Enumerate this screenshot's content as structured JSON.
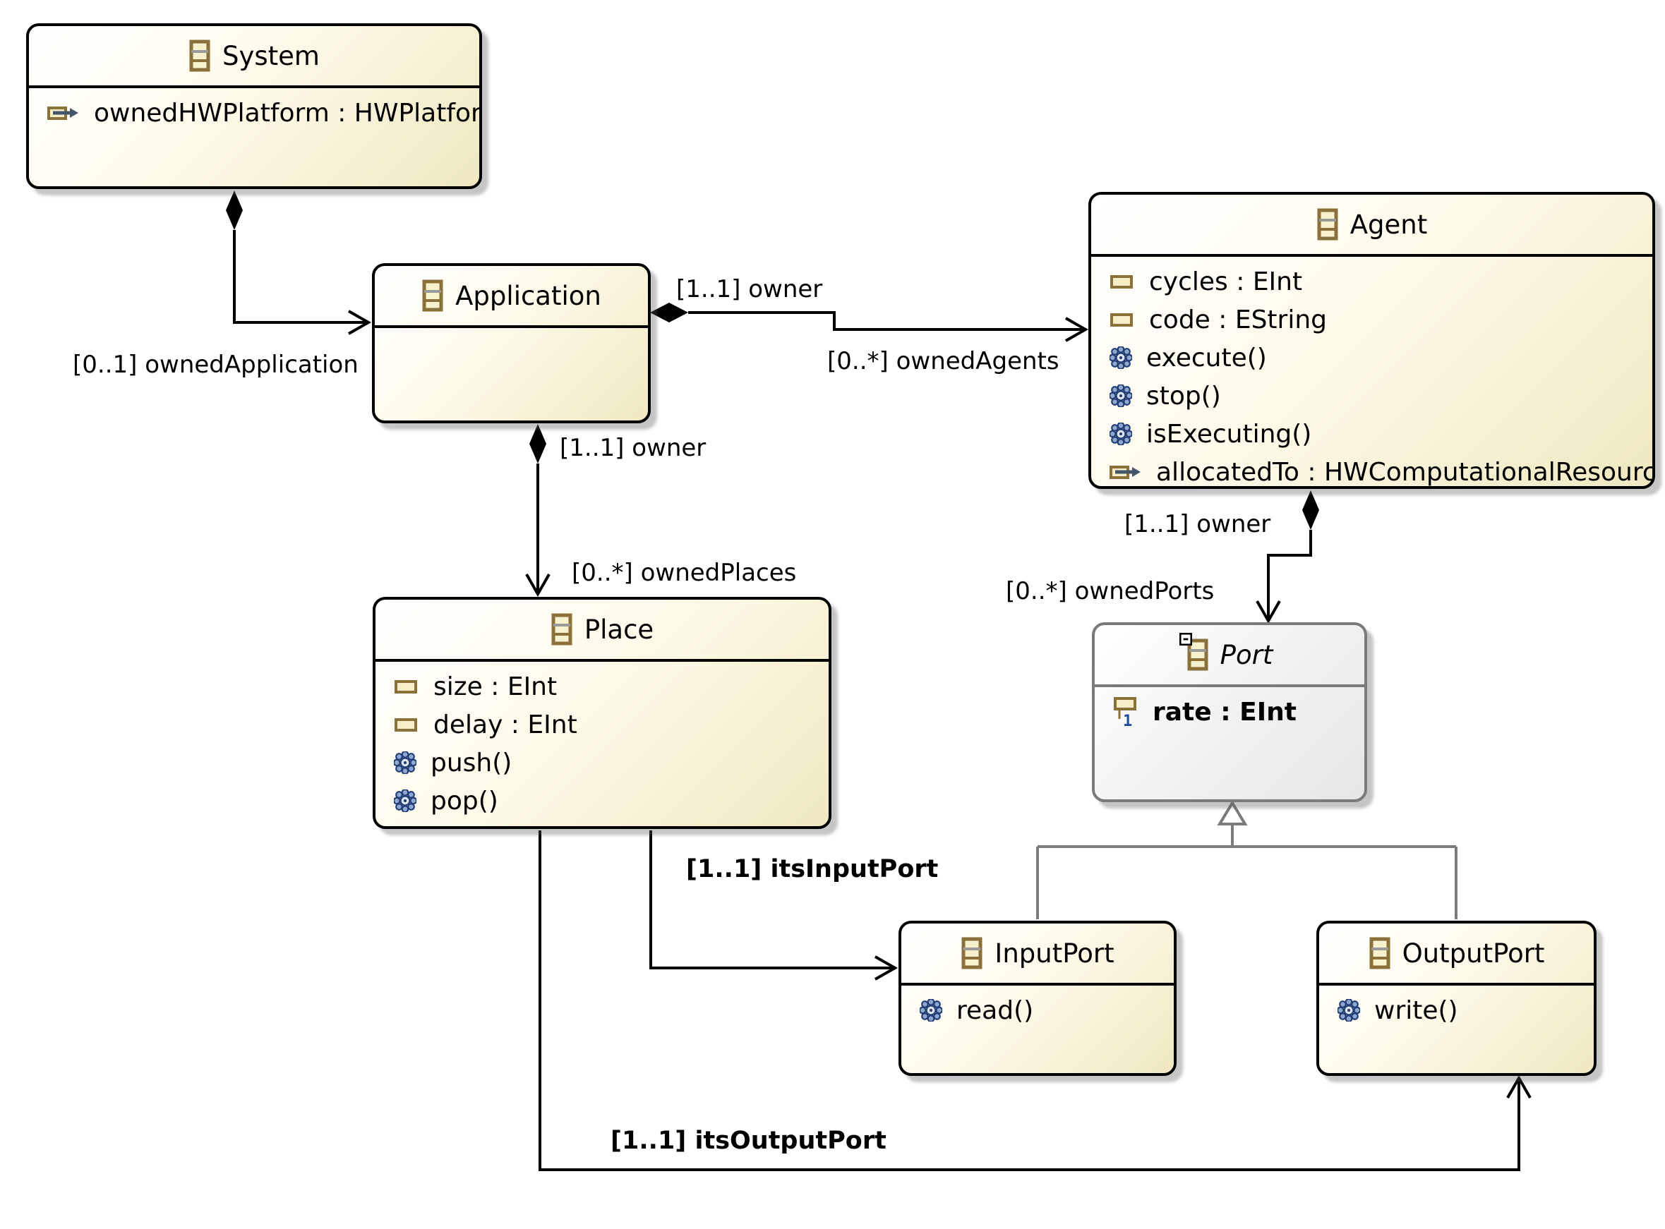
{
  "diagram": {
    "type": "uml-ecore-class-diagram",
    "background": "#ffffff"
  },
  "colors": {
    "class_fill_start": "#ffffff",
    "class_fill_end": "#efe8c0",
    "class_border": "#000000",
    "abstract_fill_end": "#e6e6e6",
    "abstract_border": "#7a7a7a",
    "icon_olive": "#8a713a",
    "icon_cream": "#f7f1cd",
    "operation_blue": "#223c74",
    "reference_arrow": "#44566b",
    "attribute_one_blue": "#1a4f9c"
  },
  "classes": [
    {
      "name": "System",
      "kind": "class",
      "members": [
        {
          "kind": "reference",
          "text": "ownedHWPlatform : HWPlatform"
        }
      ]
    },
    {
      "name": "Application",
      "kind": "class",
      "members": []
    },
    {
      "name": "Agent",
      "kind": "class",
      "members": [
        {
          "kind": "attribute",
          "text": "cycles : EInt"
        },
        {
          "kind": "attribute",
          "text": "code : EString"
        },
        {
          "kind": "operation",
          "text": "execute()"
        },
        {
          "kind": "operation",
          "text": "stop()"
        },
        {
          "kind": "operation",
          "text": "isExecuting()"
        },
        {
          "kind": "reference",
          "text": "allocatedTo : HWComputationalResource"
        }
      ]
    },
    {
      "name": "Place",
      "kind": "class",
      "members": [
        {
          "kind": "attribute",
          "text": "size : EInt"
        },
        {
          "kind": "attribute",
          "text": "delay : EInt"
        },
        {
          "kind": "operation",
          "text": "push()"
        },
        {
          "kind": "operation",
          "text": "pop()"
        }
      ]
    },
    {
      "name": "Port",
      "kind": "abstract-class",
      "members": [
        {
          "kind": "attribute-one",
          "text": "rate : EInt",
          "bold": true
        }
      ]
    },
    {
      "name": "InputPort",
      "kind": "class",
      "members": [
        {
          "kind": "operation",
          "text": "read()"
        }
      ]
    },
    {
      "name": "OutputPort",
      "kind": "class",
      "members": [
        {
          "kind": "operation",
          "text": "write()"
        }
      ]
    }
  ],
  "edge_labels": {
    "owned_application": "[0..1] ownedApplication",
    "agent_owner": "[1..1] owner",
    "owned_agents": "[0..*] ownedAgents",
    "place_owner": "[1..1] owner",
    "owned_places": "[0..*] ownedPlaces",
    "port_owner": "[1..1] owner",
    "owned_ports": "[0..*] ownedPorts",
    "its_input_port": "[1..1] itsInputPort",
    "its_output_port": "[1..1] itsOutputPort"
  }
}
